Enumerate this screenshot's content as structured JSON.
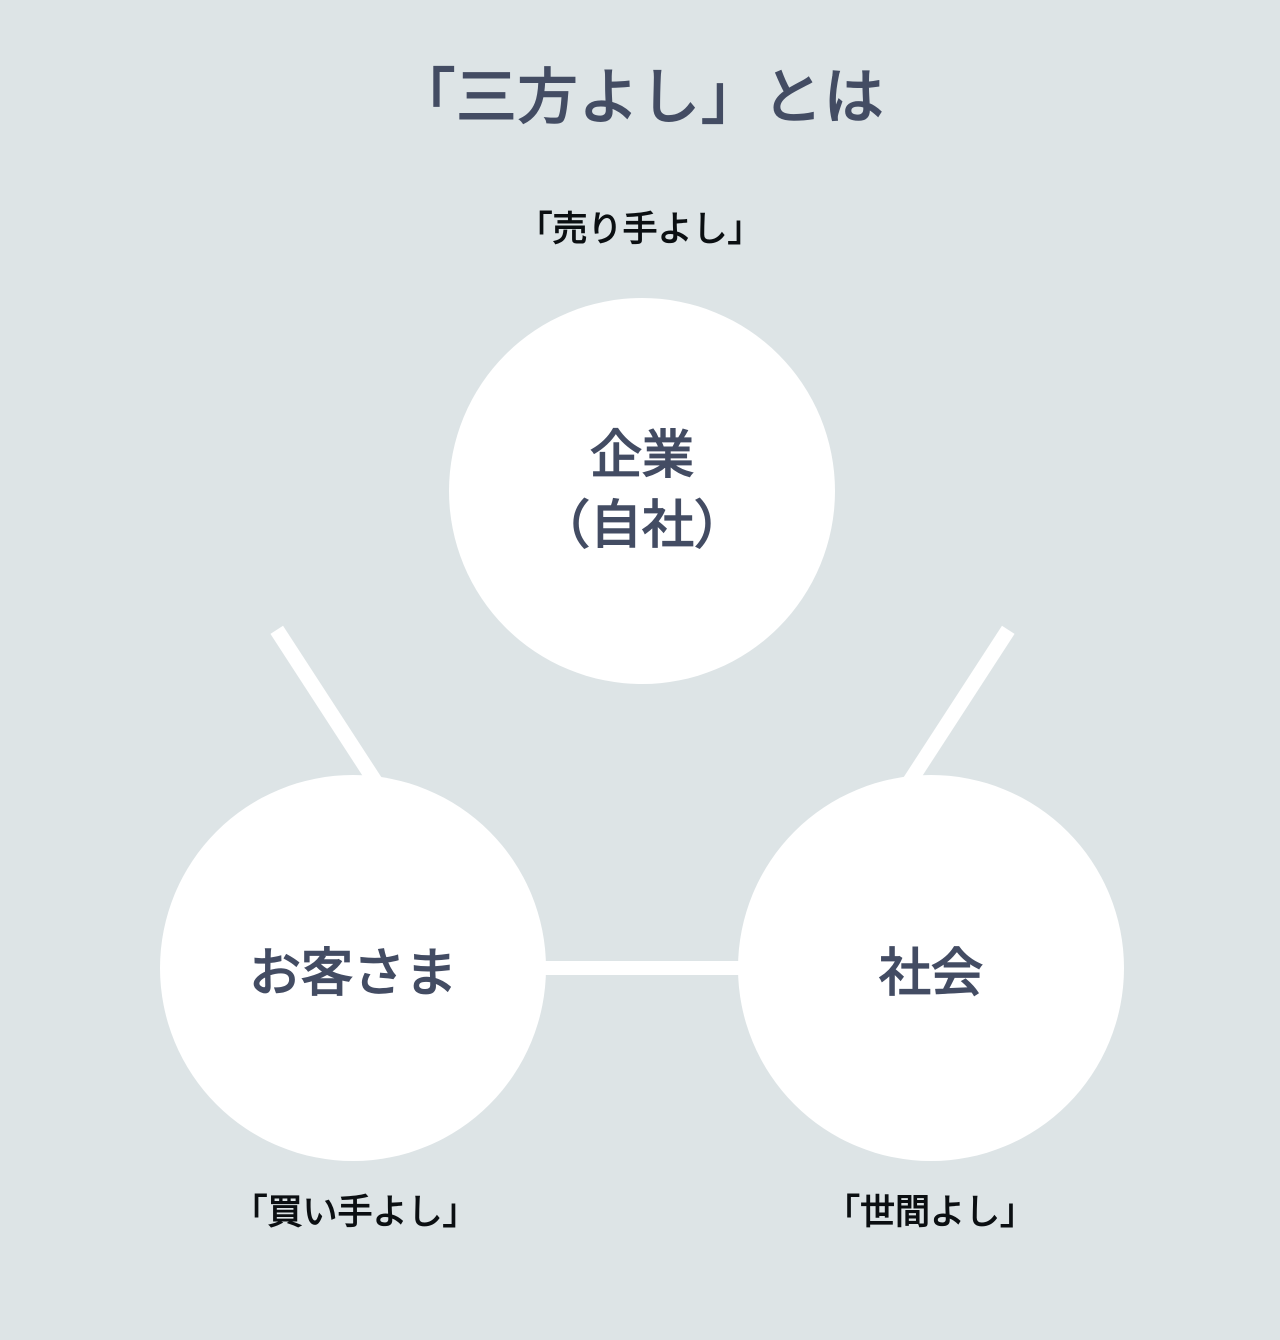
{
  "title": "「三方よし」とは",
  "background_color": "#dde4e6",
  "circle_color": "#ffffff",
  "title_color": "#434c63",
  "caption_color": "#0b0f12",
  "node_label_color": "#434c63",
  "captions": {
    "seller": "「売り手よし」",
    "buyer": "「買い手よし」",
    "society": "「世間よし」"
  },
  "nodes": {
    "company": {
      "line1": "企業",
      "line2": "（自社）"
    },
    "customer": {
      "line1": "お客さま"
    },
    "society": {
      "line1": "社会"
    }
  },
  "chart_data": {
    "type": "diagram",
    "title": "「三方よし」とは",
    "layout": "triangle",
    "nodes": [
      {
        "id": "company",
        "label": "企業（自社）",
        "caption": "「売り手よし」",
        "caption_position": "above",
        "position": "top",
        "center": [
          642,
          491
        ],
        "diameter": 386
      },
      {
        "id": "customer",
        "label": "お客さま",
        "caption": "「買い手よし」",
        "caption_position": "below",
        "position": "bottom-left",
        "center": [
          353,
          968
        ],
        "diameter": 386
      },
      {
        "id": "society",
        "label": "社会",
        "caption": "「世間よし」",
        "caption_position": "below",
        "position": "bottom-right",
        "center": [
          931,
          968
        ],
        "diameter": 386
      }
    ],
    "edges": [
      {
        "from": "company",
        "to": "customer"
      },
      {
        "from": "company",
        "to": "society"
      },
      {
        "from": "customer",
        "to": "society"
      }
    ]
  }
}
